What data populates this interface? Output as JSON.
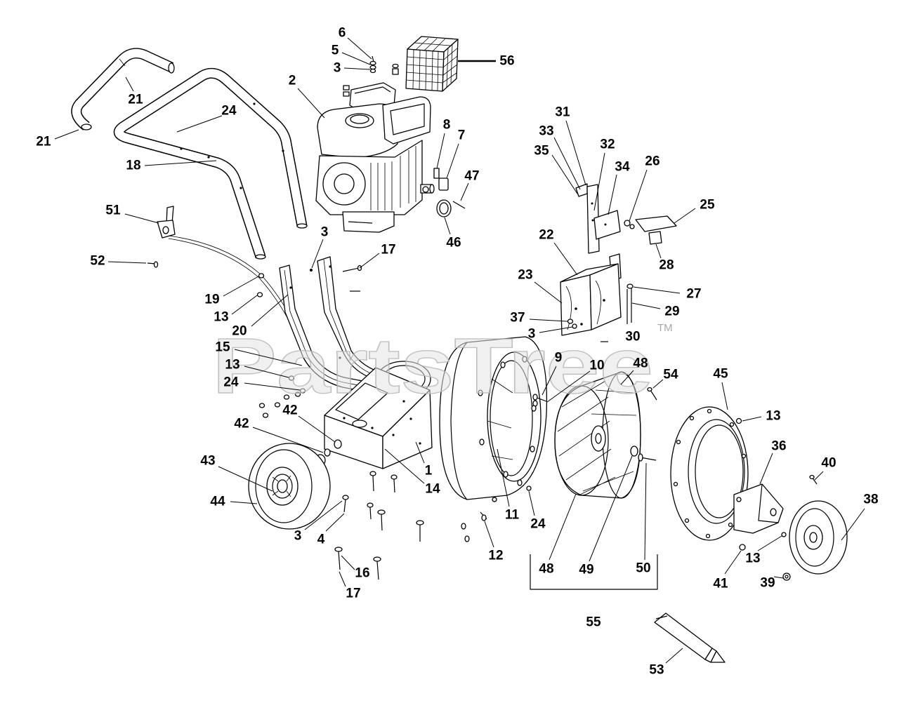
{
  "diagram": {
    "watermark": "PartsTree",
    "watermark_mark": "TM",
    "callouts": [
      "6",
      "5",
      "3",
      "56",
      "2",
      "21",
      "24",
      "21",
      "18",
      "8",
      "7",
      "47",
      "46",
      "51",
      "52",
      "3",
      "17",
      "31",
      "33",
      "35",
      "32",
      "34",
      "26",
      "25",
      "28",
      "22",
      "23",
      "27",
      "29",
      "37",
      "3",
      "30",
      "19",
      "13",
      "20",
      "15",
      "13",
      "24",
      "42",
      "42",
      "9",
      "10",
      "48",
      "54",
      "45",
      "13",
      "36",
      "40",
      "38",
      "43",
      "44",
      "1",
      "14",
      "11",
      "24",
      "3",
      "4",
      "12",
      "48",
      "49",
      "50",
      "13",
      "41",
      "39",
      "16",
      "17",
      "55",
      "53"
    ]
  },
  "colors": {
    "line": "#000000",
    "background": "#ffffff",
    "watermark": "#b4b4b4"
  }
}
